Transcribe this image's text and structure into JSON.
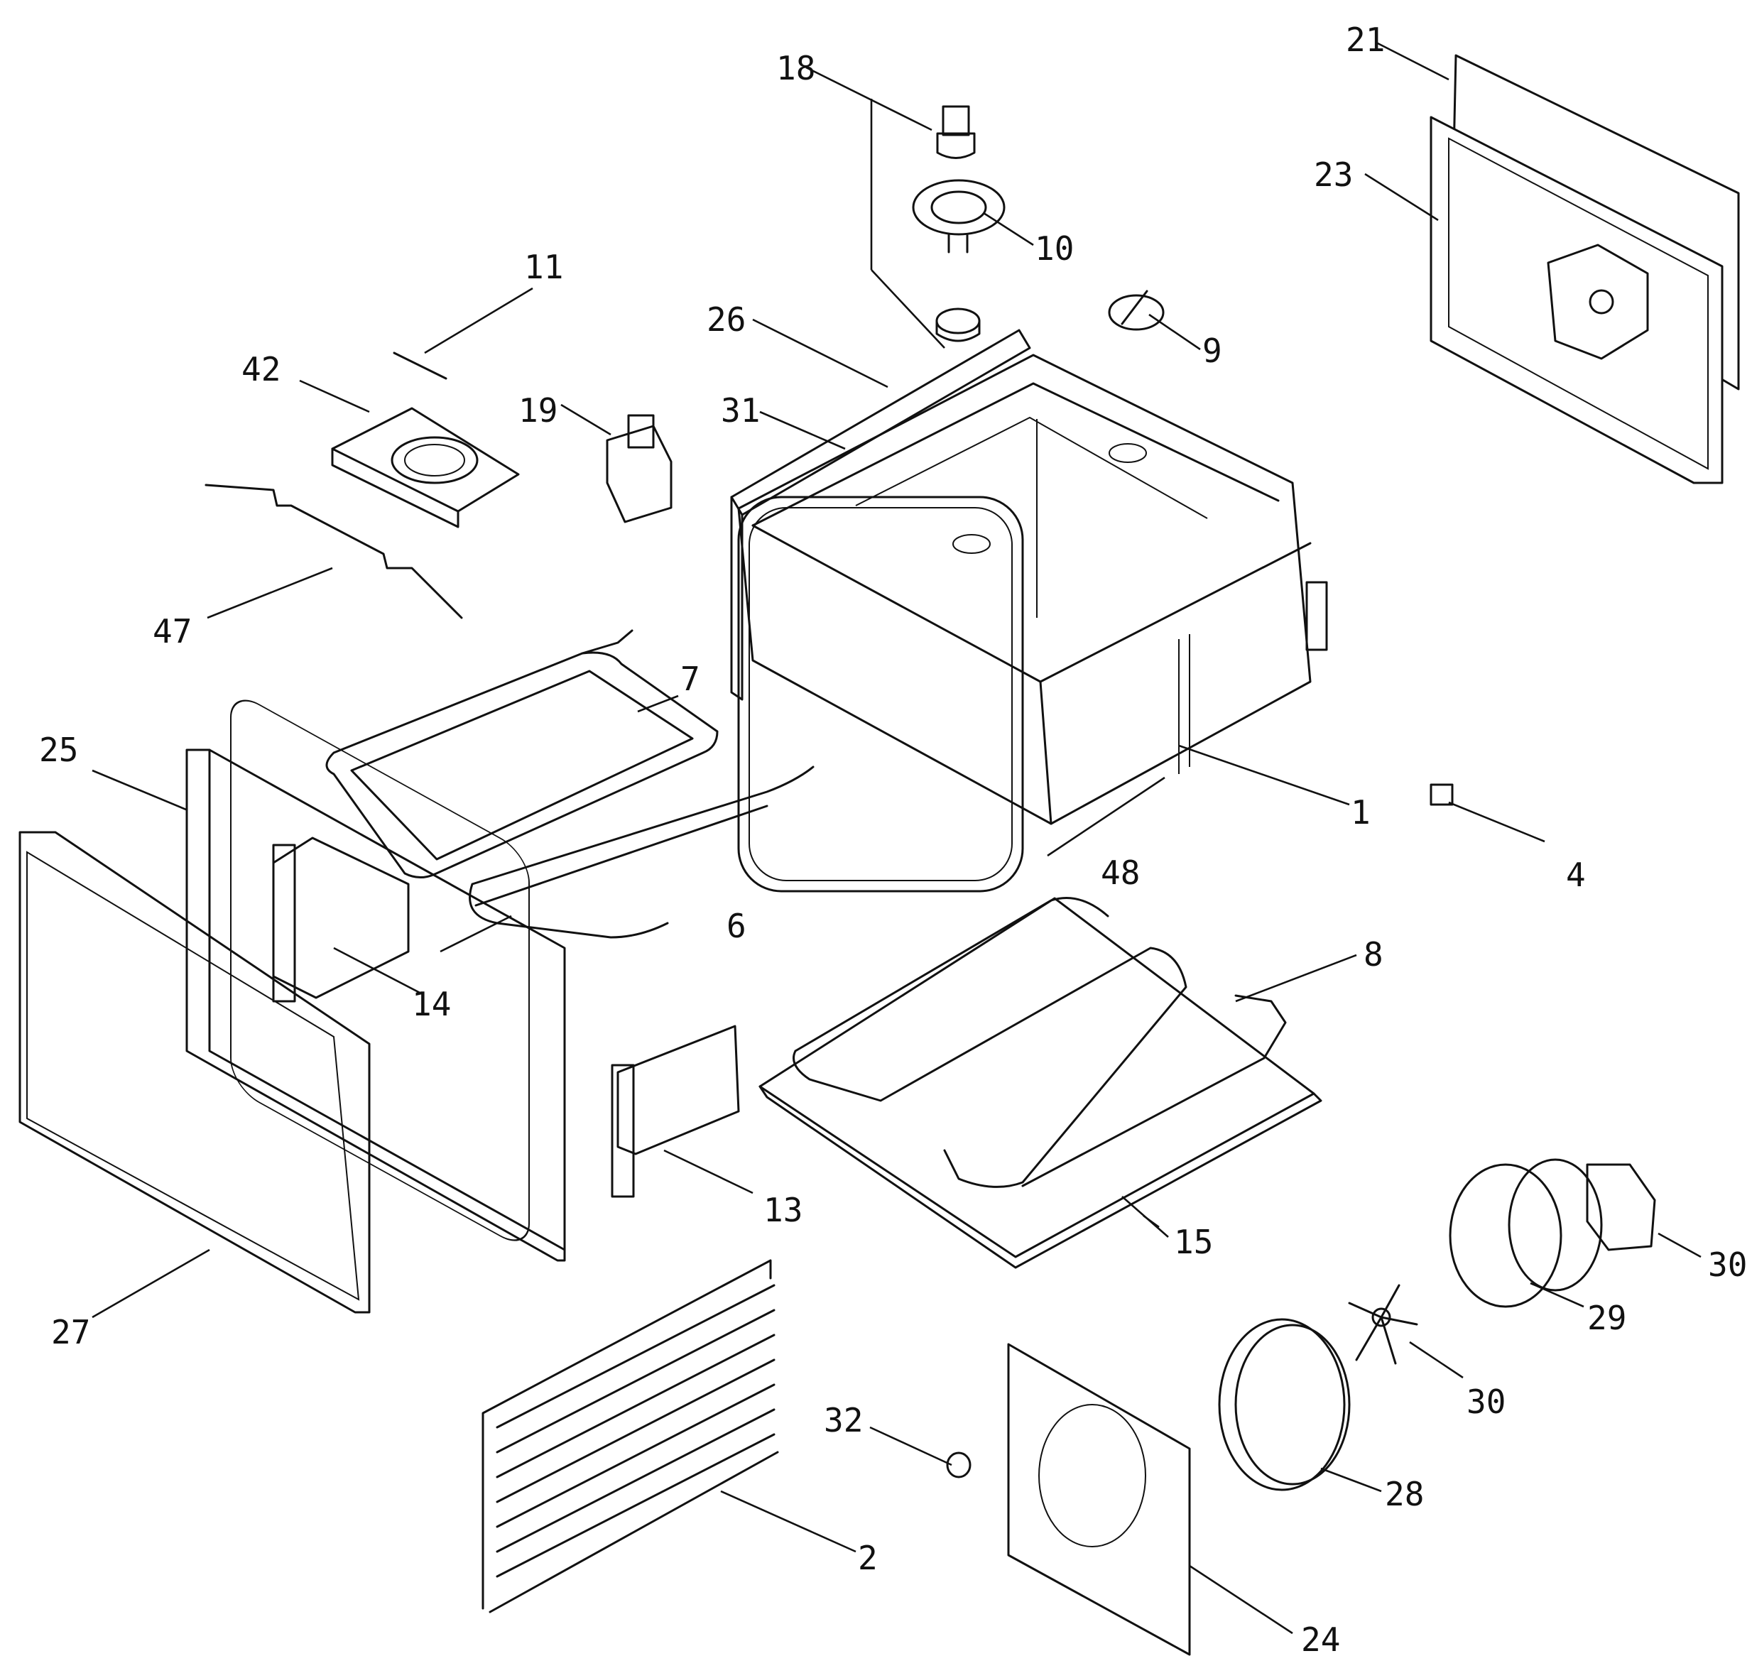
{
  "parts": [
    {
      "id": "p1",
      "label": "1"
    },
    {
      "id": "p2",
      "label": "2"
    },
    {
      "id": "p4",
      "label": "4"
    },
    {
      "id": "p6",
      "label": "6"
    },
    {
      "id": "p7",
      "label": "7"
    },
    {
      "id": "p8",
      "label": "8"
    },
    {
      "id": "p9",
      "label": "9"
    },
    {
      "id": "p10",
      "label": "10"
    },
    {
      "id": "p11",
      "label": "11"
    },
    {
      "id": "p13",
      "label": "13"
    },
    {
      "id": "p14",
      "label": "14"
    },
    {
      "id": "p15",
      "label": "15"
    },
    {
      "id": "p18",
      "label": "18"
    },
    {
      "id": "p19",
      "label": "19"
    },
    {
      "id": "p21",
      "label": "21"
    },
    {
      "id": "p23",
      "label": "23"
    },
    {
      "id": "p24",
      "label": "24"
    },
    {
      "id": "p25",
      "label": "25"
    },
    {
      "id": "p26",
      "label": "26"
    },
    {
      "id": "p27",
      "label": "27"
    },
    {
      "id": "p28",
      "label": "28"
    },
    {
      "id": "p29",
      "label": "29"
    },
    {
      "id": "p30a",
      "label": "30"
    },
    {
      "id": "p30b",
      "label": "30"
    },
    {
      "id": "p31",
      "label": "31"
    },
    {
      "id": "p32",
      "label": "32"
    },
    {
      "id": "p42",
      "label": "42"
    },
    {
      "id": "p47",
      "label": "47"
    },
    {
      "id": "p48",
      "label": "48"
    }
  ]
}
